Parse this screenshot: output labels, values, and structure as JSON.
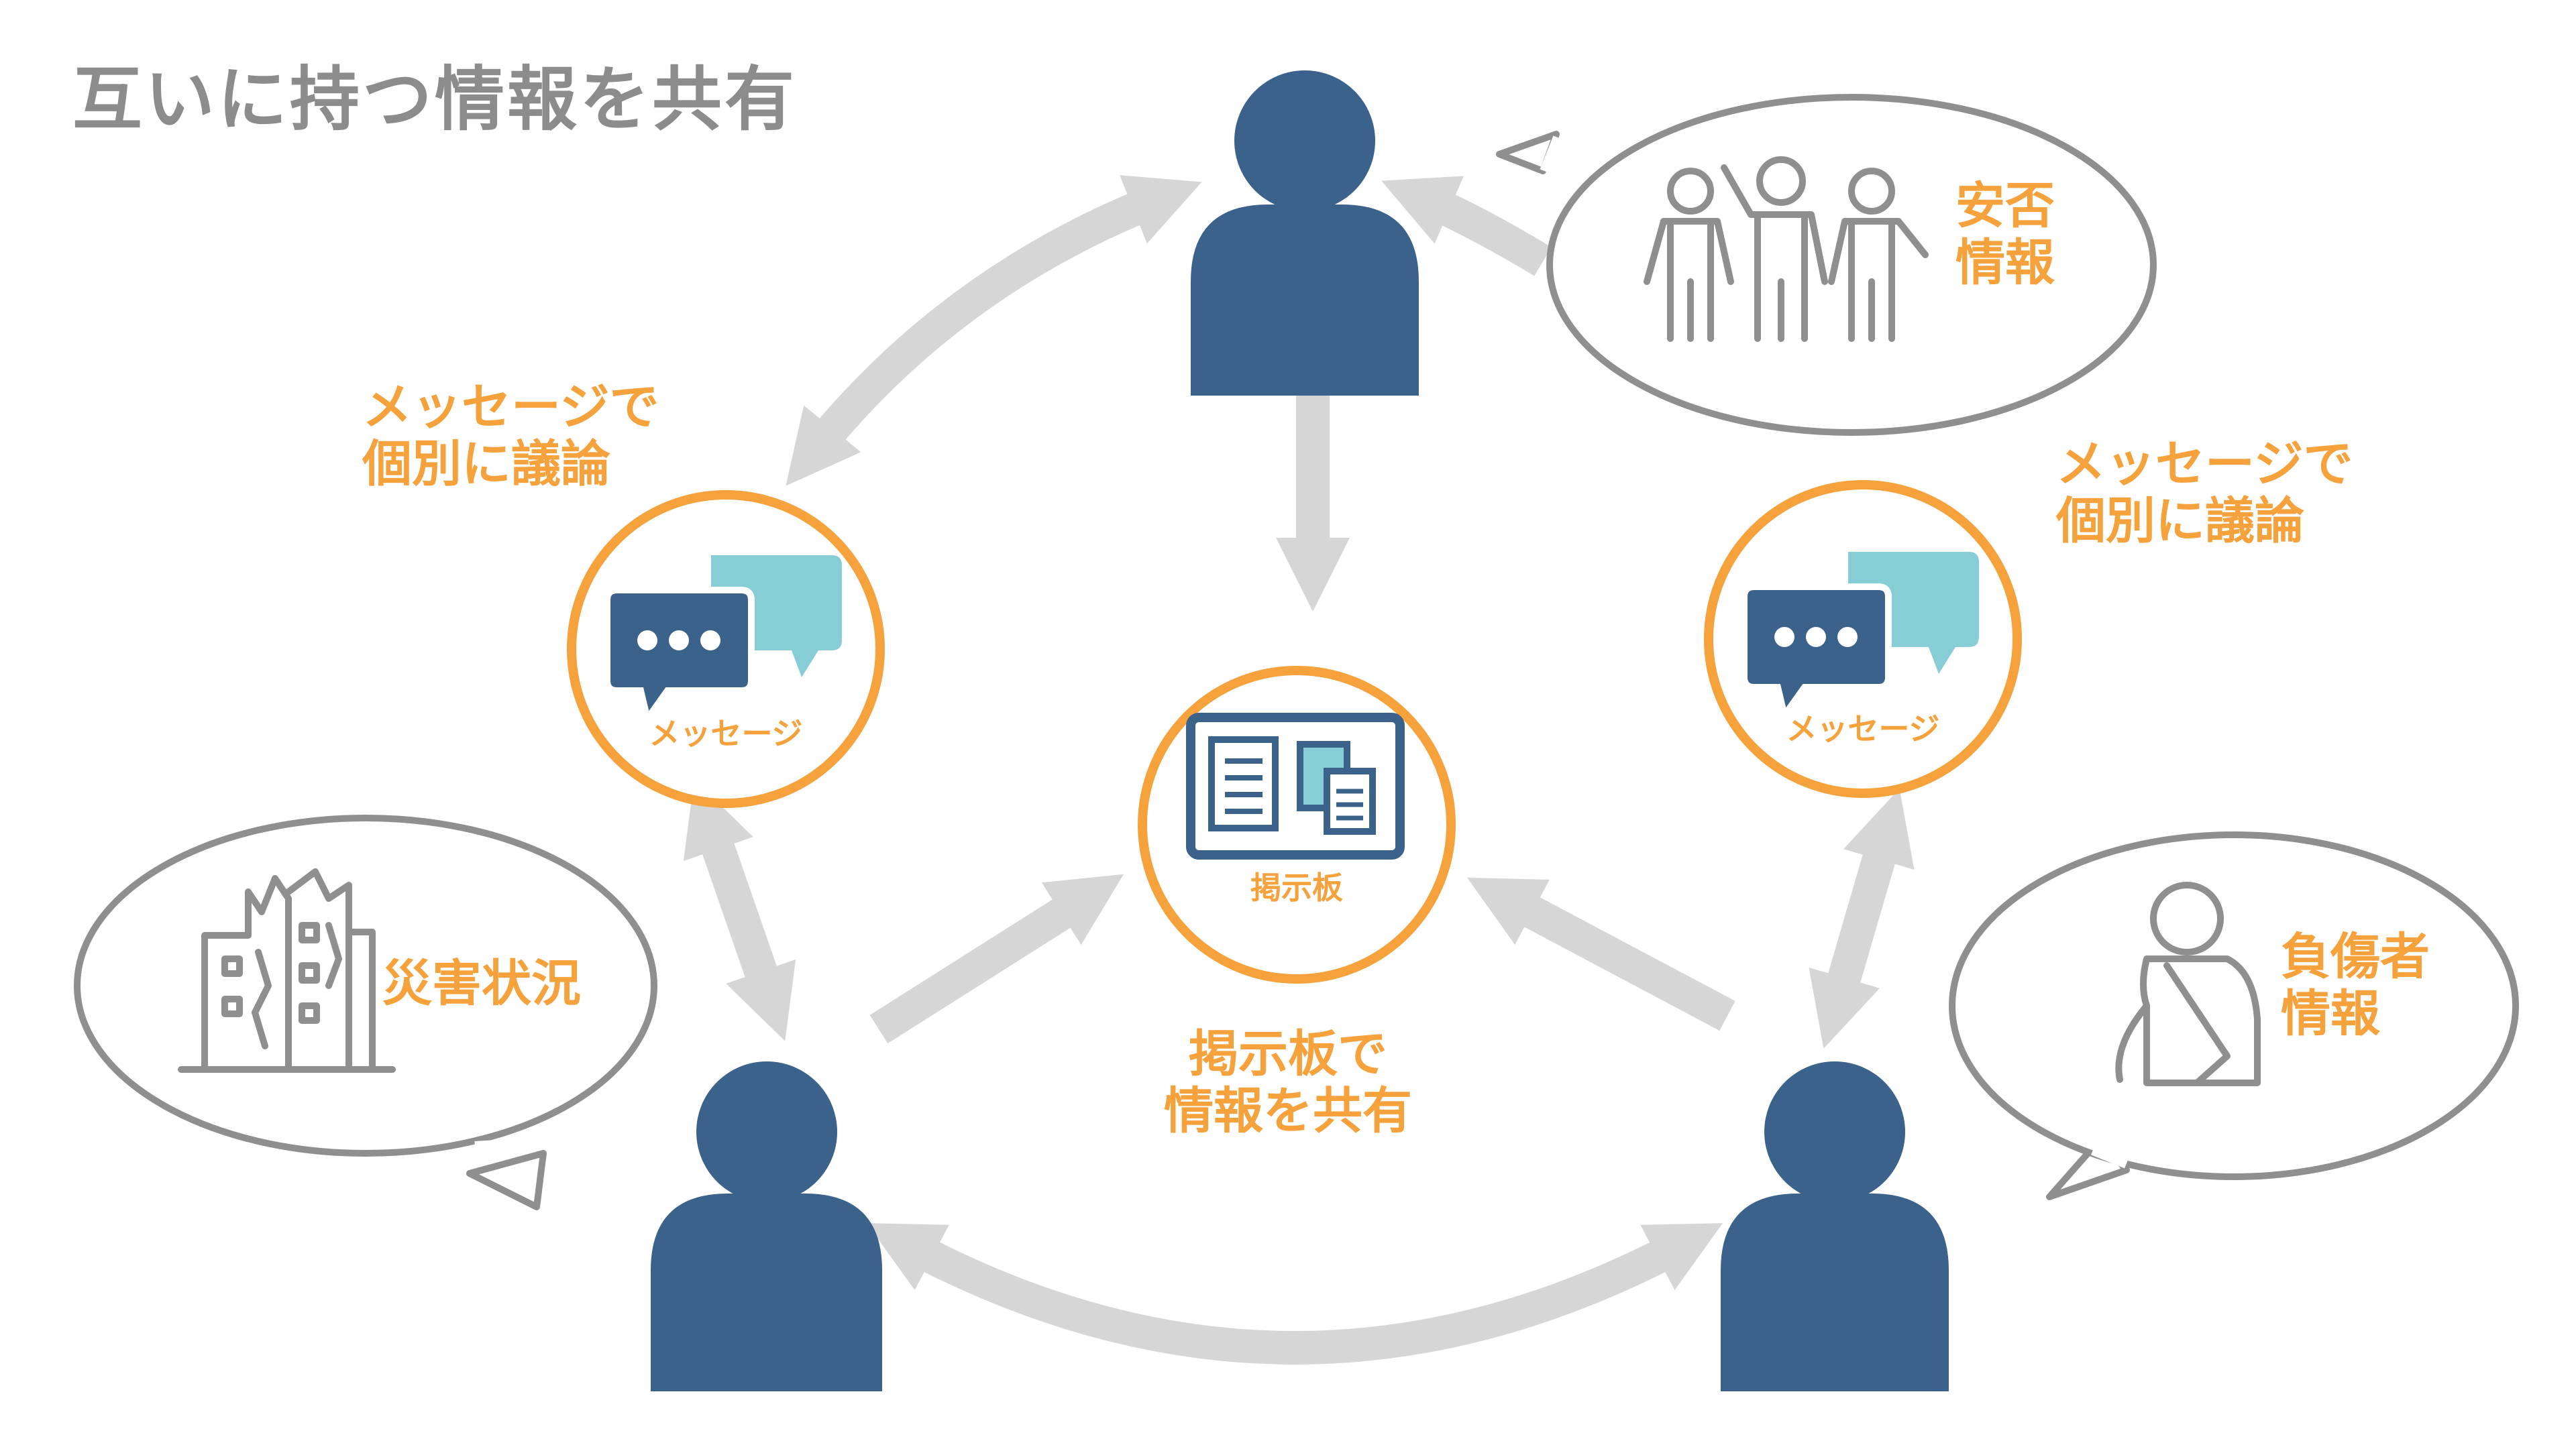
{
  "title": "互いに持つ情報を共有",
  "colors": {
    "person": "#3b628a",
    "orange": "#f5a13c",
    "arrow": "#d6d6d6",
    "bubble_stroke": "#8f8f8f",
    "icon_gray": "#8f8f8f",
    "light_blue": "#86cdd6",
    "white": "#ffffff"
  },
  "hubs": {
    "message_left": {
      "icon": "chat-bubbles-icon",
      "caption": "メッセージ"
    },
    "board": {
      "icon": "bulletin-board-icon",
      "caption": "掲示板"
    },
    "message_right": {
      "icon": "chat-bubbles-icon",
      "caption": "メッセージ"
    }
  },
  "labels": {
    "message_left": {
      "line1": "メッセージで",
      "line2": "個別に議論"
    },
    "message_right": {
      "line1": "メッセージで",
      "line2": "個別に議論"
    },
    "board": {
      "line1": "掲示板で",
      "line2": "情報を共有"
    }
  },
  "bubbles": {
    "top_right": {
      "icon": "people-group-icon",
      "line1": "安否",
      "line2": "情報"
    },
    "left": {
      "icon": "damaged-building-icon",
      "text": "災害状況"
    },
    "bottom_right": {
      "icon": "injured-person-icon",
      "line1": "負傷者",
      "line2": "情報"
    }
  },
  "people": [
    {
      "name": "person-top",
      "icon": "person-icon"
    },
    {
      "name": "person-bottom-left",
      "icon": "person-icon"
    },
    {
      "name": "person-bottom-right",
      "icon": "person-icon"
    }
  ]
}
